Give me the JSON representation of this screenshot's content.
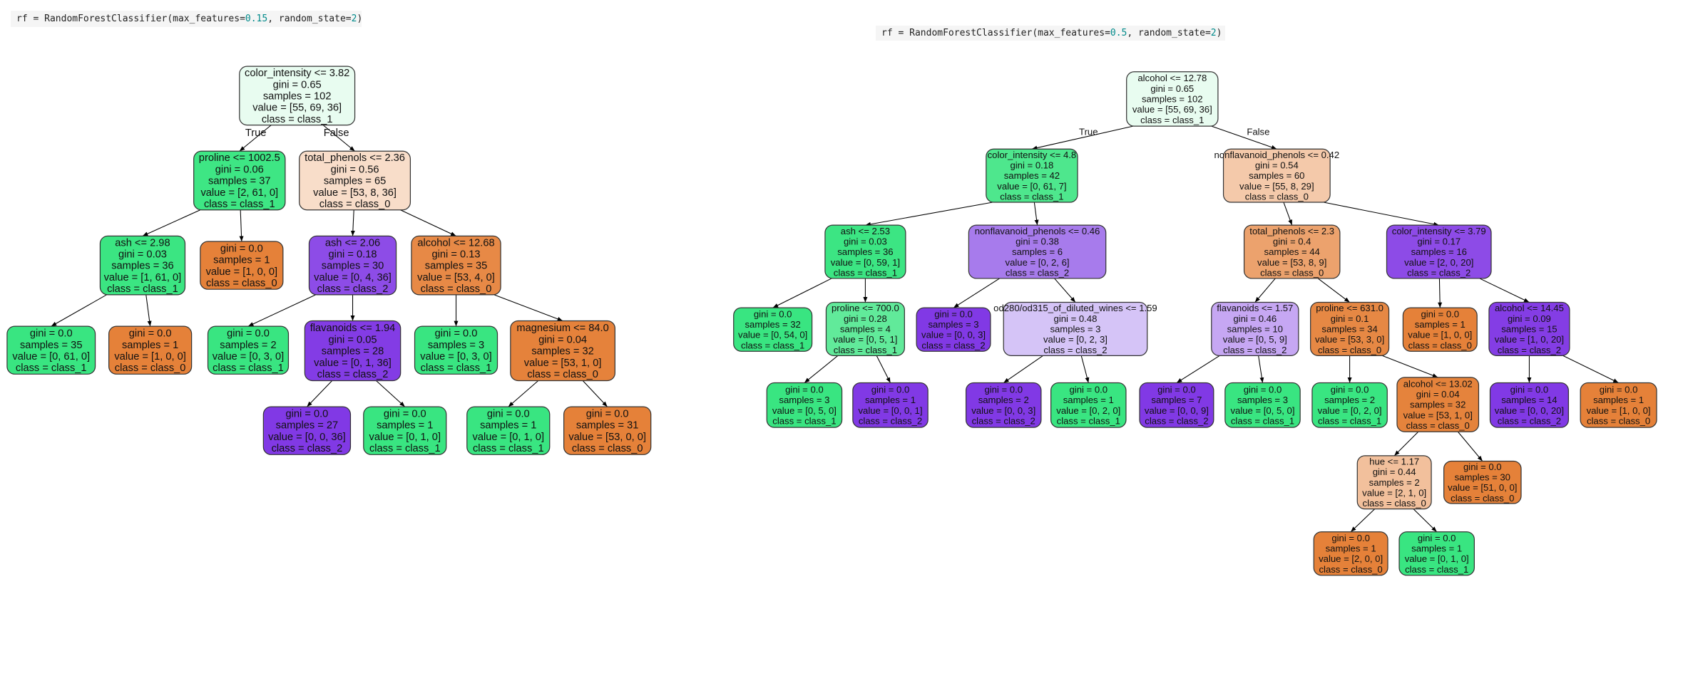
{
  "code_cells": [
    {
      "prefix": "rf = RandomForestClassifier(max_features=",
      "max_features": "0.15",
      "middle": ", random_state=",
      "random_state": "2",
      "suffix": ")"
    },
    {
      "prefix": "rf = RandomForestClassifier(max_features=",
      "max_features": "0.5",
      "middle": ", random_state=",
      "random_state": "2",
      "suffix": ")"
    }
  ],
  "colors": {
    "class_0": "#e58139",
    "class_1": "#39e581",
    "class_2": "#8139e5",
    "border": "#333333",
    "edge": "#000000"
  },
  "trees": [
    {
      "edge_labels": {
        "true": "True",
        "false": "False"
      },
      "nodes": [
        {
          "fill": "#e8fcf0",
          "lines": [
            "color_intensity <= 3.82",
            "gini = 0.65",
            "samples = 102",
            "value = [55, 69, 36]",
            "class = class_1"
          ]
        },
        {
          "fill": "#3ee684",
          "lines": [
            "proline <= 1002.5",
            "gini = 0.06",
            "samples = 37",
            "value = [2, 61, 0]",
            "class = class_1"
          ]
        },
        {
          "fill": "#f8ddc9",
          "lines": [
            "total_phenols <= 2.36",
            "gini = 0.56",
            "samples = 65",
            "value = [53, 8, 36]",
            "class = class_0"
          ]
        },
        {
          "fill": "#3be582",
          "lines": [
            "ash <= 2.98",
            "gini = 0.03",
            "samples = 36",
            "value = [1, 61, 0]",
            "class = class_1"
          ]
        },
        {
          "fill": "#e58139",
          "lines": [
            "gini = 0.0",
            "samples = 1",
            "value = [1, 0, 0]",
            "class = class_0"
          ]
        },
        {
          "fill": "#8d4ce7",
          "lines": [
            "ash <= 2.06",
            "gini = 0.18",
            "samples = 30",
            "value = [0, 4, 36]",
            "class = class_2"
          ]
        },
        {
          "fill": "#e78946",
          "lines": [
            "alcohol <= 12.68",
            "gini = 0.13",
            "samples = 35",
            "value = [53, 4, 0]",
            "class = class_0"
          ]
        },
        {
          "fill": "#39e581",
          "lines": [
            "gini = 0.0",
            "samples = 35",
            "value = [0, 61, 0]",
            "class = class_1"
          ]
        },
        {
          "fill": "#e58139",
          "lines": [
            "gini = 0.0",
            "samples = 1",
            "value = [1, 0, 0]",
            "class = class_0"
          ]
        },
        {
          "fill": "#39e581",
          "lines": [
            "gini = 0.0",
            "samples = 2",
            "value = [0, 3, 0]",
            "class = class_1"
          ]
        },
        {
          "fill": "#833ce5",
          "lines": [
            "flavanoids <= 1.94",
            "gini = 0.05",
            "samples = 28",
            "value = [0, 1, 36]",
            "class = class_2"
          ]
        },
        {
          "fill": "#39e581",
          "lines": [
            "gini = 0.0",
            "samples = 3",
            "value = [0, 3, 0]",
            "class = class_1"
          ]
        },
        {
          "fill": "#e5823b",
          "lines": [
            "magnesium <= 84.0",
            "gini = 0.04",
            "samples = 32",
            "value = [53, 1, 0]",
            "class = class_0"
          ]
        },
        {
          "fill": "#8139e5",
          "lines": [
            "gini = 0.0",
            "samples = 27",
            "value = [0, 0, 36]",
            "class = class_2"
          ]
        },
        {
          "fill": "#39e581",
          "lines": [
            "gini = 0.0",
            "samples = 1",
            "value = [0, 1, 0]",
            "class = class_1"
          ]
        },
        {
          "fill": "#39e581",
          "lines": [
            "gini = 0.0",
            "samples = 1",
            "value = [0, 1, 0]",
            "class = class_1"
          ]
        },
        {
          "fill": "#e58139",
          "lines": [
            "gini = 0.0",
            "samples = 31",
            "value = [53, 0, 0]",
            "class = class_0"
          ]
        }
      ]
    },
    {
      "edge_labels": {
        "true": "True",
        "false": "False"
      },
      "nodes": [
        {
          "fill": "#e8fcf0",
          "lines": [
            "alcohol <= 12.78",
            "gini = 0.65",
            "samples = 102",
            "value = [55, 69, 36]",
            "class = class_1"
          ]
        },
        {
          "fill": "#4ee78d",
          "lines": [
            "color_intensity <= 4.8",
            "gini = 0.18",
            "samples = 42",
            "value = [0, 61, 7]",
            "class = class_1"
          ]
        },
        {
          "fill": "#f4c9aa",
          "lines": [
            "nonflavanoid_phenols <= 0.42",
            "gini = 0.54",
            "samples = 60",
            "value = [55, 8, 29]",
            "class = class_0"
          ]
        },
        {
          "fill": "#3ce583",
          "lines": [
            "ash <= 2.53",
            "gini = 0.03",
            "samples = 36",
            "value = [0, 59, 1]",
            "class = class_1"
          ]
        },
        {
          "fill": "#a77bec",
          "lines": [
            "nonflavanoid_phenols <= 0.46",
            "gini = 0.38",
            "samples = 6",
            "value = [0, 2, 6]",
            "class = class_2"
          ]
        },
        {
          "fill": "#eca26d",
          "lines": [
            "total_phenols <= 2.3",
            "gini = 0.4",
            "samples = 44",
            "value = [53, 8, 9]",
            "class = class_0"
          ]
        },
        {
          "fill": "#8d4be7",
          "lines": [
            "color_intensity <= 3.79",
            "gini = 0.17",
            "samples = 16",
            "value = [2, 0, 20]",
            "class = class_2"
          ]
        },
        {
          "fill": "#39e581",
          "lines": [
            "gini = 0.0",
            "samples = 32",
            "value = [0, 54, 0]",
            "class = class_1"
          ]
        },
        {
          "fill": "#61ea9a",
          "lines": [
            "proline <= 700.0",
            "gini = 0.28",
            "samples = 4",
            "value = [0, 5, 1]",
            "class = class_1"
          ]
        },
        {
          "fill": "#8139e5",
          "lines": [
            "gini = 0.0",
            "samples = 3",
            "value = [0, 0, 3]",
            "class = class_2"
          ]
        },
        {
          "fill": "#d5c4f7",
          "lines": [
            "od280/od315_of_diluted_wines <= 1.59",
            "gini = 0.48",
            "samples = 3",
            "value = [0, 2, 3]",
            "class = class_2"
          ]
        },
        {
          "fill": "#c6a7f3",
          "lines": [
            "flavanoids <= 1.57",
            "gini = 0.46",
            "samples = 10",
            "value = [0, 5, 9]",
            "class = class_2"
          ]
        },
        {
          "fill": "#e68844",
          "lines": [
            "proline <= 631.0",
            "gini = 0.1",
            "samples = 34",
            "value = [53, 3, 0]",
            "class = class_0"
          ]
        },
        {
          "fill": "#e58139",
          "lines": [
            "gini = 0.0",
            "samples = 1",
            "value = [1, 0, 0]",
            "class = class_0"
          ]
        },
        {
          "fill": "#843de5",
          "lines": [
            "alcohol <= 14.45",
            "gini = 0.09",
            "samples = 15",
            "value = [1, 0, 20]",
            "class = class_2"
          ]
        },
        {
          "fill": "#39e581",
          "lines": [
            "gini = 0.0",
            "samples = 3",
            "value = [0, 5, 0]",
            "class = class_1"
          ]
        },
        {
          "fill": "#8139e5",
          "lines": [
            "gini = 0.0",
            "samples = 1",
            "value = [0, 0, 1]",
            "class = class_2"
          ]
        },
        {
          "fill": "#8139e5",
          "lines": [
            "gini = 0.0",
            "samples = 2",
            "value = [0, 0, 3]",
            "class = class_2"
          ]
        },
        {
          "fill": "#39e581",
          "lines": [
            "gini = 0.0",
            "samples = 1",
            "value = [0, 2, 0]",
            "class = class_1"
          ]
        },
        {
          "fill": "#8139e5",
          "lines": [
            "gini = 0.0",
            "samples = 7",
            "value = [0, 0, 9]",
            "class = class_2"
          ]
        },
        {
          "fill": "#39e581",
          "lines": [
            "gini = 0.0",
            "samples = 3",
            "value = [0, 5, 0]",
            "class = class_1"
          ]
        },
        {
          "fill": "#39e581",
          "lines": [
            "gini = 0.0",
            "samples = 2",
            "value = [0, 2, 0]",
            "class = class_1"
          ]
        },
        {
          "fill": "#e5833c",
          "lines": [
            "alcohol <= 13.02",
            "gini = 0.04",
            "samples = 32",
            "value = [53, 1, 0]",
            "class = class_0"
          ]
        },
        {
          "fill": "#8139e5",
          "lines": [
            "gini = 0.0",
            "samples = 14",
            "value = [0, 0, 20]",
            "class = class_2"
          ]
        },
        {
          "fill": "#e58139",
          "lines": [
            "gini = 0.0",
            "samples = 1",
            "value = [1, 0, 0]",
            "class = class_0"
          ]
        },
        {
          "fill": "#f2c09c",
          "lines": [
            "hue <= 1.17",
            "gini = 0.44",
            "samples = 2",
            "value = [2, 1, 0]",
            "class = class_0"
          ]
        },
        {
          "fill": "#e58139",
          "lines": [
            "gini = 0.0",
            "samples = 30",
            "value = [51, 0, 0]",
            "class = class_0"
          ]
        },
        {
          "fill": "#e58139",
          "lines": [
            "gini = 0.0",
            "samples = 1",
            "value = [2, 0, 0]",
            "class = class_0"
          ]
        },
        {
          "fill": "#39e581",
          "lines": [
            "gini = 0.0",
            "samples = 1",
            "value = [0, 1, 0]",
            "class = class_1"
          ]
        }
      ]
    }
  ]
}
